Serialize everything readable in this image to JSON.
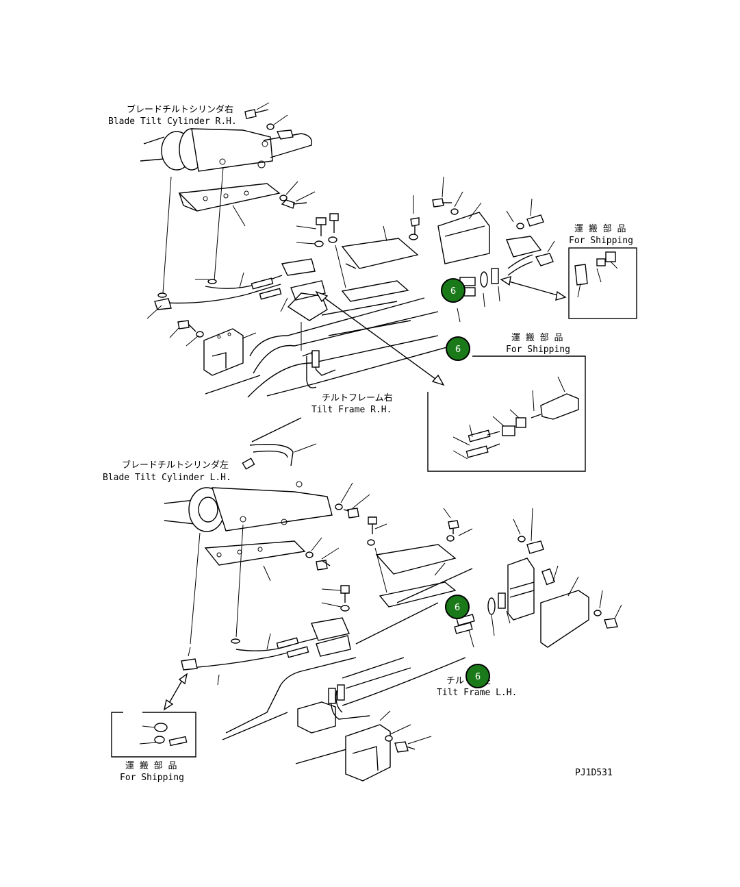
{
  "labels": {
    "cyl_rh_jp": "ブレードチルトシリンダ右",
    "cyl_rh_en": "Blade Tilt Cylinder R.H.",
    "cyl_lh_jp": "ブレードチルトシリンダ左",
    "cyl_lh_en": "Blade Tilt Cylinder L.H.",
    "frame_rh_jp": "チルトフレーム右",
    "frame_rh_en": "Tilt Frame R.H.",
    "frame_lh_jp": "チル　ム左",
    "frame_lh_en": "Tilt Frame L.H.",
    "ship1_jp": "運 搬 部 品",
    "ship1_en": "For Shipping",
    "ship2_jp": "運 搬 部 品",
    "ship2_en": "For Shipping",
    "ship3_jp": "運 搬 部 品",
    "ship3_en": "For Shipping",
    "drawing_no": "PJ1D531"
  },
  "callouts": [
    "6",
    "6",
    "6",
    "6"
  ],
  "colors": {
    "callout_fill": "#1a7a1a",
    "callout_text": "#ffffff",
    "line": "#000000"
  }
}
